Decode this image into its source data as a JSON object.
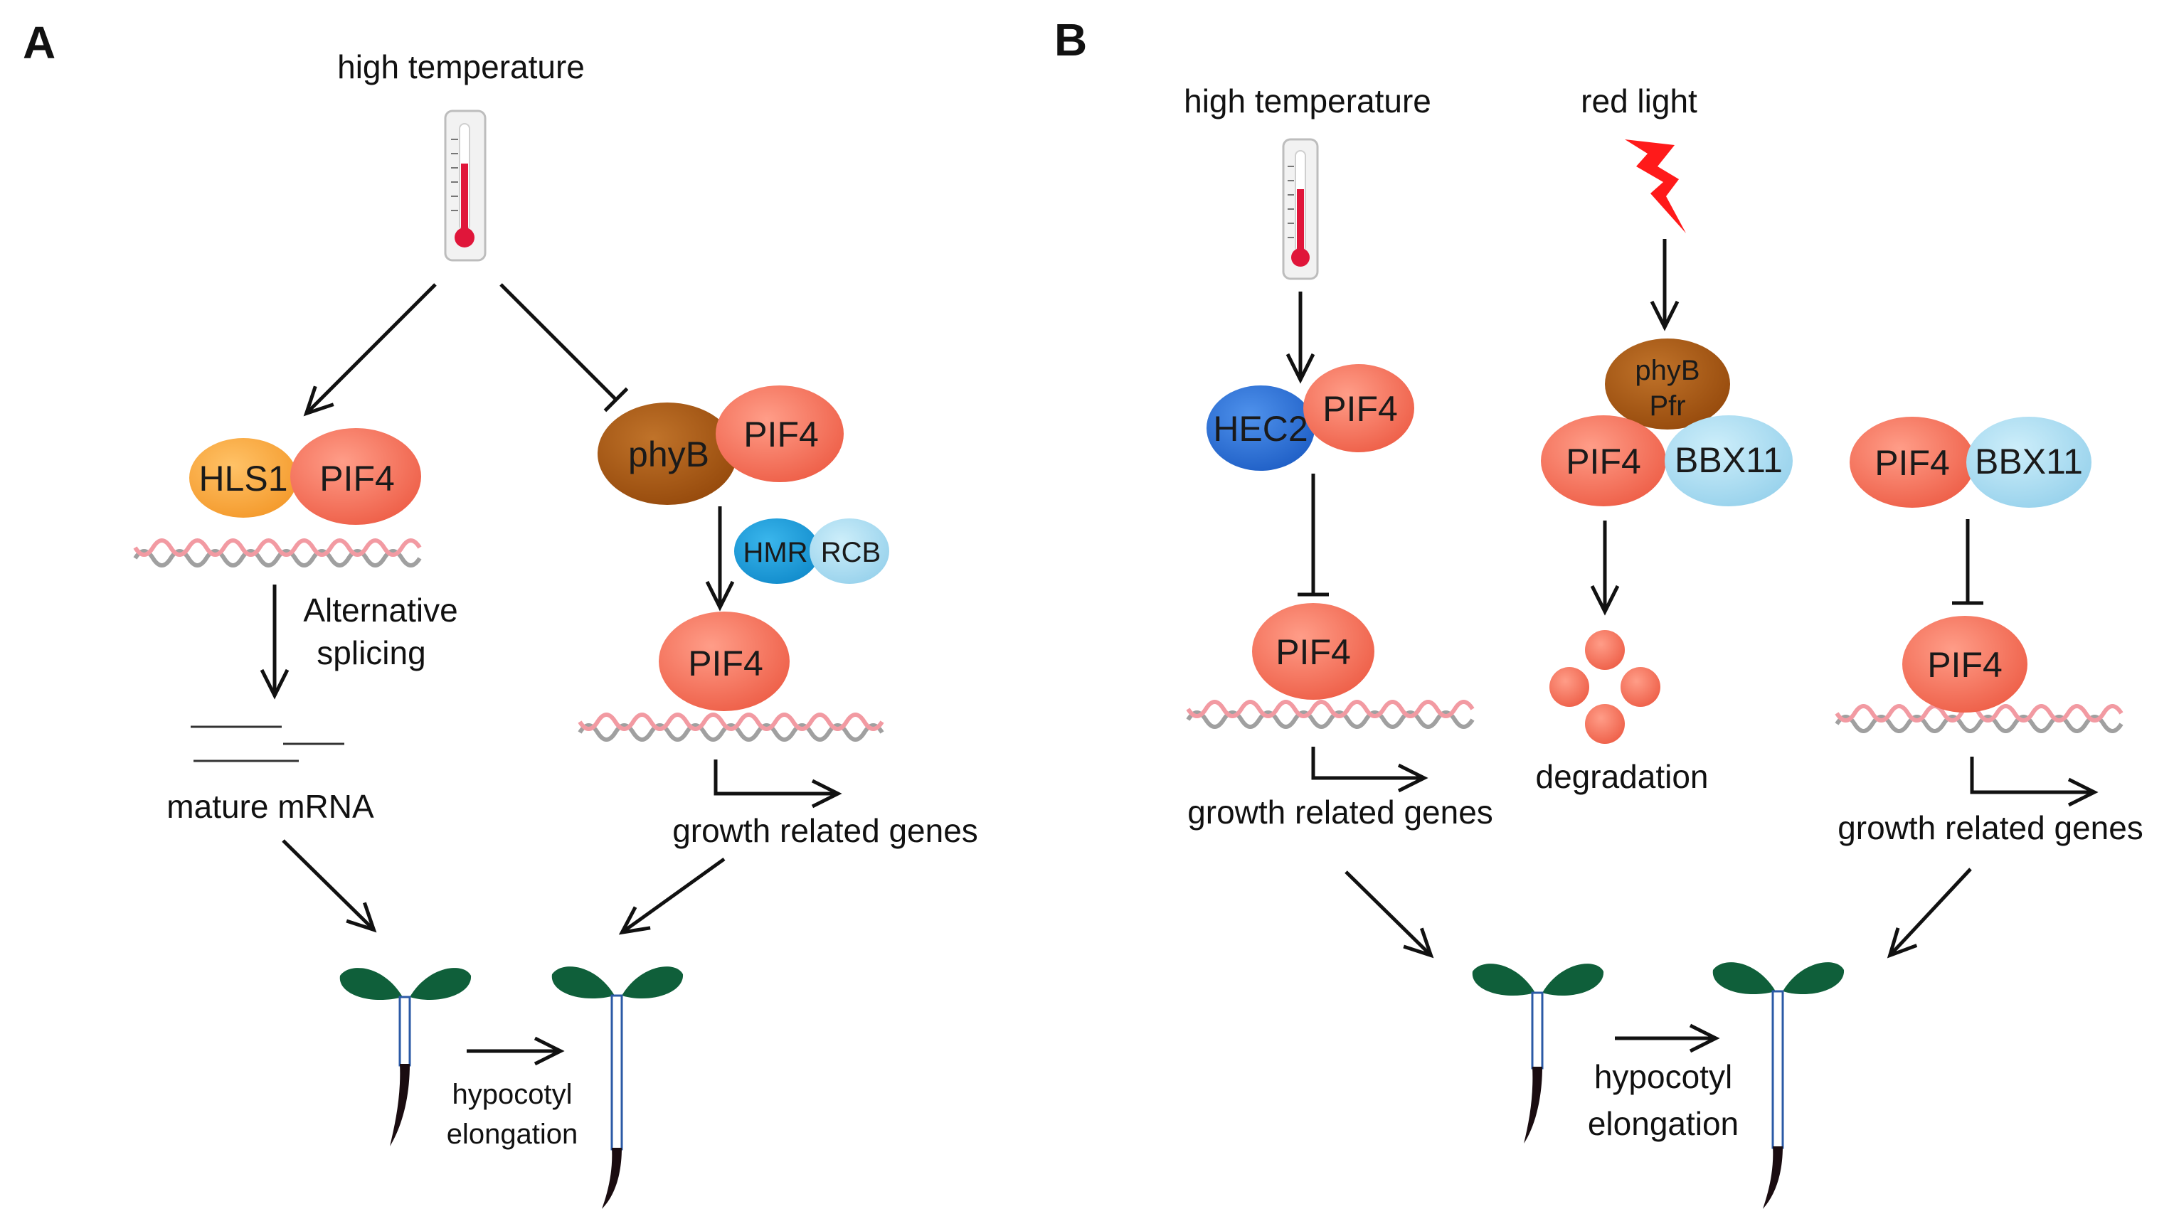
{
  "panel_a": {
    "letter": "A",
    "stimulus": "high temperature",
    "proteins": {
      "hls1": "HLS1",
      "pif4_left": "PIF4",
      "phyb": "phyB",
      "pif4_right": "PIF4",
      "hmr": "HMR",
      "rcb": "RCB",
      "pif4_bottom": "PIF4"
    },
    "alt_splicing_1": "Alternative",
    "alt_splicing_2": "splicing",
    "mature_mrna": "mature mRNA",
    "growth_genes": "growth related genes",
    "hypocotyl_1": "hypocotyl",
    "hypocotyl_2": "elongation"
  },
  "panel_b": {
    "letter": "B",
    "stimulus_temp": "high temperature",
    "stimulus_light": "red light",
    "proteins": {
      "hec2": "HEC2",
      "pif4_hec": "PIF4",
      "pif4_bottom_left": "PIF4",
      "phyb_pfr_1": "phyB",
      "phyb_pfr_2": "Pfr",
      "pif4_mid": "PIF4",
      "bbx11_mid": "BBX11",
      "pif4_right": "PIF4",
      "bbx11_right": "BBX11",
      "pif4_bottom_right": "PIF4"
    },
    "growth_genes_left": "growth related genes",
    "degradation": "degradation",
    "growth_genes_right": "growth related genes",
    "hypocotyl_1": "hypocotyl",
    "hypocotyl_2": "elongation"
  },
  "colors": {
    "pif4": "#f4735e",
    "hls1": "#f7a43c",
    "phyb": "#a8550f",
    "hmr": "#1f9bd8",
    "rcb": "#a9dcf2",
    "hec2": "#2f72d6",
    "bbx11": "#a9dcf2",
    "leaf": "#0f5f3a",
    "dna_pink": "#f29aa2",
    "dna_gray": "#a0a0a0",
    "thermo_red": "#e0163a",
    "lightning": "#ff1a1a"
  }
}
